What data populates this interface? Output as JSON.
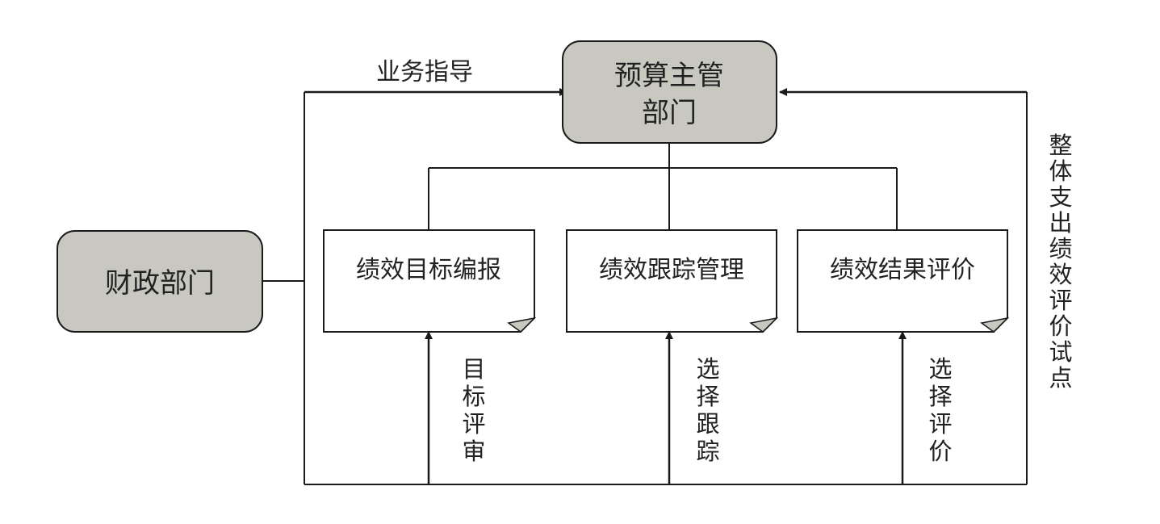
{
  "nodes": {
    "caizheng": {
      "label": "财政部门"
    },
    "yusuan": {
      "line1": "预算主管",
      "line2": "部门"
    },
    "doc1": {
      "label": "绩效目标编报"
    },
    "doc2": {
      "label": "绩效跟踪管理"
    },
    "doc3": {
      "label": "绩效结果评价"
    }
  },
  "edges": {
    "guidance": "业务指导",
    "review": [
      "目",
      "标",
      "评",
      "审"
    ],
    "track": [
      "选",
      "择",
      "跟",
      "踪"
    ],
    "evaluate": [
      "选",
      "择",
      "评",
      "价"
    ],
    "pilot": [
      "整",
      "体",
      "支",
      "出",
      "绩",
      "效",
      "评",
      "价",
      "试",
      "点"
    ]
  },
  "colors": {
    "node_fill": "#c8c8c0",
    "line": "#1a1a1a"
  }
}
